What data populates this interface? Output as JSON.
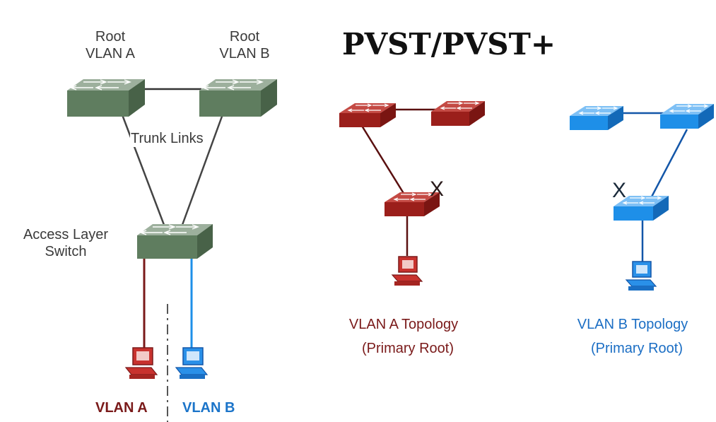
{
  "title": "PVST/PVST+",
  "left": {
    "root_a": [
      "Root",
      "VLAN A"
    ],
    "root_b": [
      "Root",
      "VLAN B"
    ],
    "trunk": "Trunk Links",
    "access": [
      "Access Layer",
      "Switch"
    ],
    "vlan_a": "VLAN A",
    "vlan_b": "VLAN B"
  },
  "topology_a": {
    "line1": "VLAN A Topology",
    "line2": "(Primary Root)",
    "blocked_mark": "X"
  },
  "topology_b": {
    "line1": "VLAN B Topology",
    "line2": "(Primary Root)",
    "blocked_mark": "X"
  },
  "colors": {
    "switch_gray": "#6b8a6b",
    "vlan_a": "#8b1c1c",
    "vlan_b": "#1e8fe8",
    "link": "#333333"
  }
}
